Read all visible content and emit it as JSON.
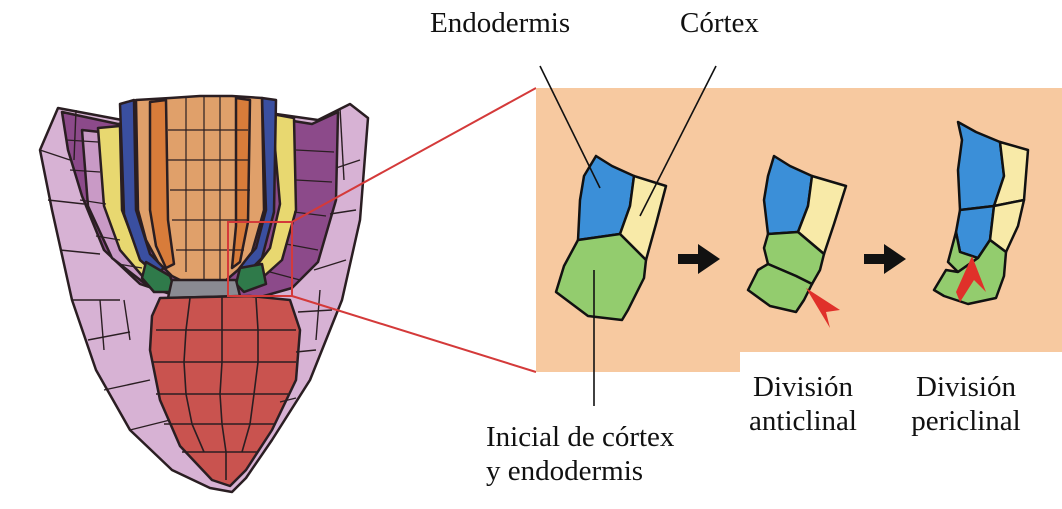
{
  "labels": {
    "endodermis": "Endodermis",
    "cortex": "Córtex",
    "anticlinal_1": "División",
    "anticlinal_2": "anticlinal",
    "periclinal_1": "División",
    "periclinal_2": "periclinal",
    "initial_1": "Inicial de córtex",
    "initial_2": "y endodermis"
  },
  "colors": {
    "panel_bg": "#f7c9a0",
    "endodermis": "#3b8fd8",
    "cortex": "#f8eaa8",
    "initial": "#93cc6e",
    "arrowhead": "#e0302a",
    "zoom_lines": "#d43a3a",
    "root_purple": "#8c4a8a",
    "root_lilac": "#d7b2d4",
    "root_cap": "#c9534f",
    "root_orange": "#e0a06a",
    "root_blue": "#3a4fa0",
    "root_yellow": "#e8d870",
    "root_green": "#2f7a4a"
  },
  "icons": [
    "arrow-right-icon",
    "arrow-right-icon",
    "red-arrowhead-icon",
    "red-arrowhead-icon"
  ]
}
